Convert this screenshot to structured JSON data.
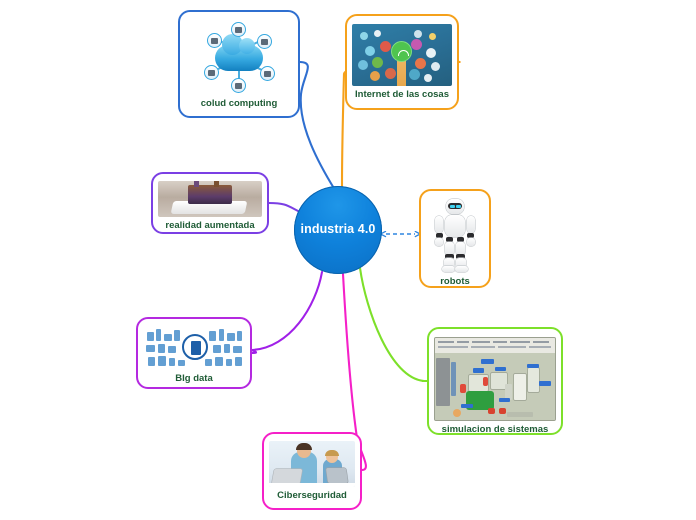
{
  "map": {
    "center": {
      "label": "industria 4.0",
      "color": "#0f82dc",
      "text_color": "#ffffff"
    },
    "topics": [
      {
        "id": "cloud",
        "label": "colud computing",
        "border_color": "#2f6fd0",
        "connector_color": "#2f6fd0",
        "connector_style": "solid",
        "icon": "cloud-computing-icon"
      },
      {
        "id": "iot",
        "label": "Internet de las cosas",
        "border_color": "#f5a11b",
        "connector_color": "#f5a11b",
        "connector_style": "solid",
        "icon": "internet-of-things-icon"
      },
      {
        "id": "ar",
        "label": "realidad aumentada",
        "border_color": "#7b3fe4",
        "connector_color": "#7b3fe4",
        "connector_style": "solid",
        "icon": "augmented-reality-icon"
      },
      {
        "id": "robots",
        "label": "robots",
        "border_color": "#f5a11b",
        "connector_color": "#2f86e0",
        "connector_style": "dashed-double-arrow",
        "icon": "humanoid-robot-icon"
      },
      {
        "id": "bigdata",
        "label": "BIg data",
        "border_color": "#b429e0",
        "connector_color": "#a020e8",
        "connector_style": "solid",
        "icon": "big-data-icon"
      },
      {
        "id": "simulation",
        "label": "simulacion de sistemas",
        "border_color": "#7de02a",
        "connector_color": "#7de02a",
        "connector_style": "solid",
        "icon": "system-simulation-icon"
      },
      {
        "id": "cyber",
        "label": "Ciberseguridad",
        "border_color": "#f520c8",
        "connector_color": "#f520c8",
        "connector_style": "solid",
        "icon": "cybersecurity-icon"
      }
    ],
    "caption_color": "#1f5c36",
    "background": "#ffffff"
  }
}
